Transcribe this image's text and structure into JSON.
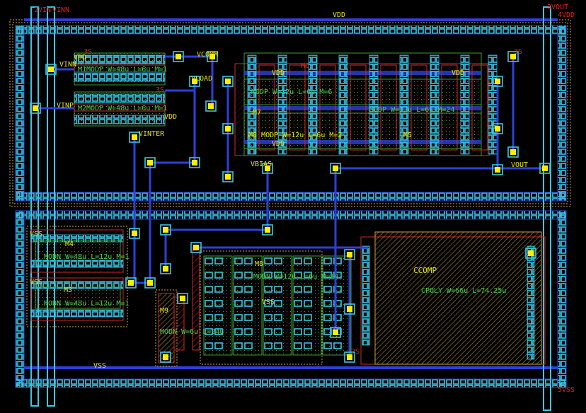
{
  "pins": {
    "vinn_top_a": "2VIN",
    "vinn_top_b": "VINN",
    "vout_top": "3VOUT",
    "vdd_top": "4VDD",
    "vss_bottom": "5VSS"
  },
  "nets": {
    "vdd": "VDD",
    "vss": "VSS",
    "vinn": "VINN",
    "vinp": "VINP",
    "vcomm": "VCOMM",
    "vload": "VLOAD",
    "vinter": "VINTER",
    "vbias": "VBIAS",
    "vout": "VOUT"
  },
  "devices": {
    "m1": "M1MODP W=48u L=6u M=1",
    "m2": "M2MODP W=48u L=6u M=1",
    "m6_body": "MODP W=12u L=6u M=6",
    "m7": "M7",
    "m6_name": "M6",
    "m5_body": "MODP W=12u L=6u M=24",
    "m5_name": "M5",
    "m8_top": "M8 MODP W=12u L=6u M=2",
    "m4_name": "M4",
    "m4_body": "MODN W=48u L=12u M=1",
    "m3_name": "M3",
    "m3_body": "MODN W=48u L=12u M=1",
    "m9_name": "M9",
    "m9_body": "MODN W=6u L=24u",
    "m8_name": "M8",
    "m8_body": "MODN W=12u L=6u M=14",
    "m8_vss": "VSS",
    "ccomp_name": "CCOMP",
    "ccomp_body": "CPOLY W=66u L=74.25u"
  },
  "small_labels": {
    "d_vdd": "VDD",
    "s1": "3S",
    "s2": "3S",
    "s3": "3S",
    "s4": "2S",
    "vss_a": "VSS",
    "vss_b": "VSS",
    "vdd_m1": "VDD",
    "vdd_m2": "VDD",
    "vdd_m7": "VDD",
    "vdd_m6": "VDD",
    "vdd_m8": "VDD"
  },
  "colors": {
    "background": "#000000",
    "metal1": "#2f3fd8",
    "metal2": "#39c6e8",
    "contact": "#ffee00",
    "nwell": "#c8a23a",
    "poly": "#cc2a2a",
    "active": "#3c9c2f",
    "text_yellow": "#e8e400",
    "text_green": "#46d247",
    "text_red": "#e02020"
  }
}
